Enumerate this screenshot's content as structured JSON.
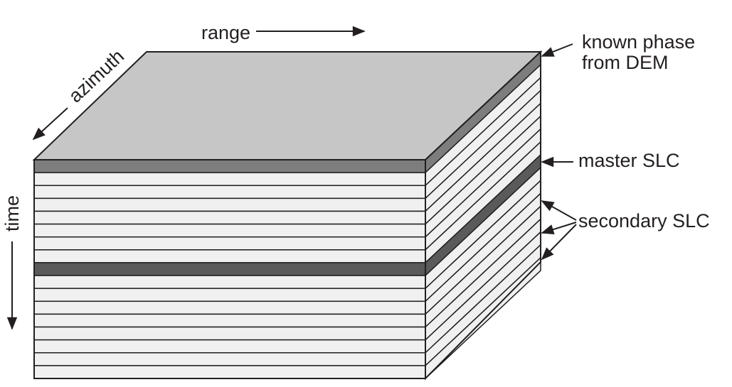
{
  "diagram": {
    "labels": {
      "range": "range",
      "azimuth": "azimuth",
      "time": "time",
      "known_phase_line1": "known phase",
      "known_phase_line2": "from DEM",
      "master": "master SLC",
      "secondary": "secondary SLC"
    },
    "layers": [
      {
        "kind": "dem"
      },
      {
        "kind": "secondary"
      },
      {
        "kind": "secondary"
      },
      {
        "kind": "secondary"
      },
      {
        "kind": "secondary"
      },
      {
        "kind": "secondary"
      },
      {
        "kind": "secondary"
      },
      {
        "kind": "secondary"
      },
      {
        "kind": "master"
      },
      {
        "kind": "secondary"
      },
      {
        "kind": "secondary"
      },
      {
        "kind": "secondary"
      },
      {
        "kind": "secondary"
      },
      {
        "kind": "secondary"
      },
      {
        "kind": "secondary"
      },
      {
        "kind": "secondary"
      },
      {
        "kind": "secondary"
      }
    ],
    "colors": {
      "top_face": "#c6c6c6",
      "dem_layer": "#7d7d7d",
      "master_layer": "#5a5a5a",
      "slc_layer": "#f0f0f0",
      "outline": "#231f20",
      "background": "#ffffff"
    }
  }
}
